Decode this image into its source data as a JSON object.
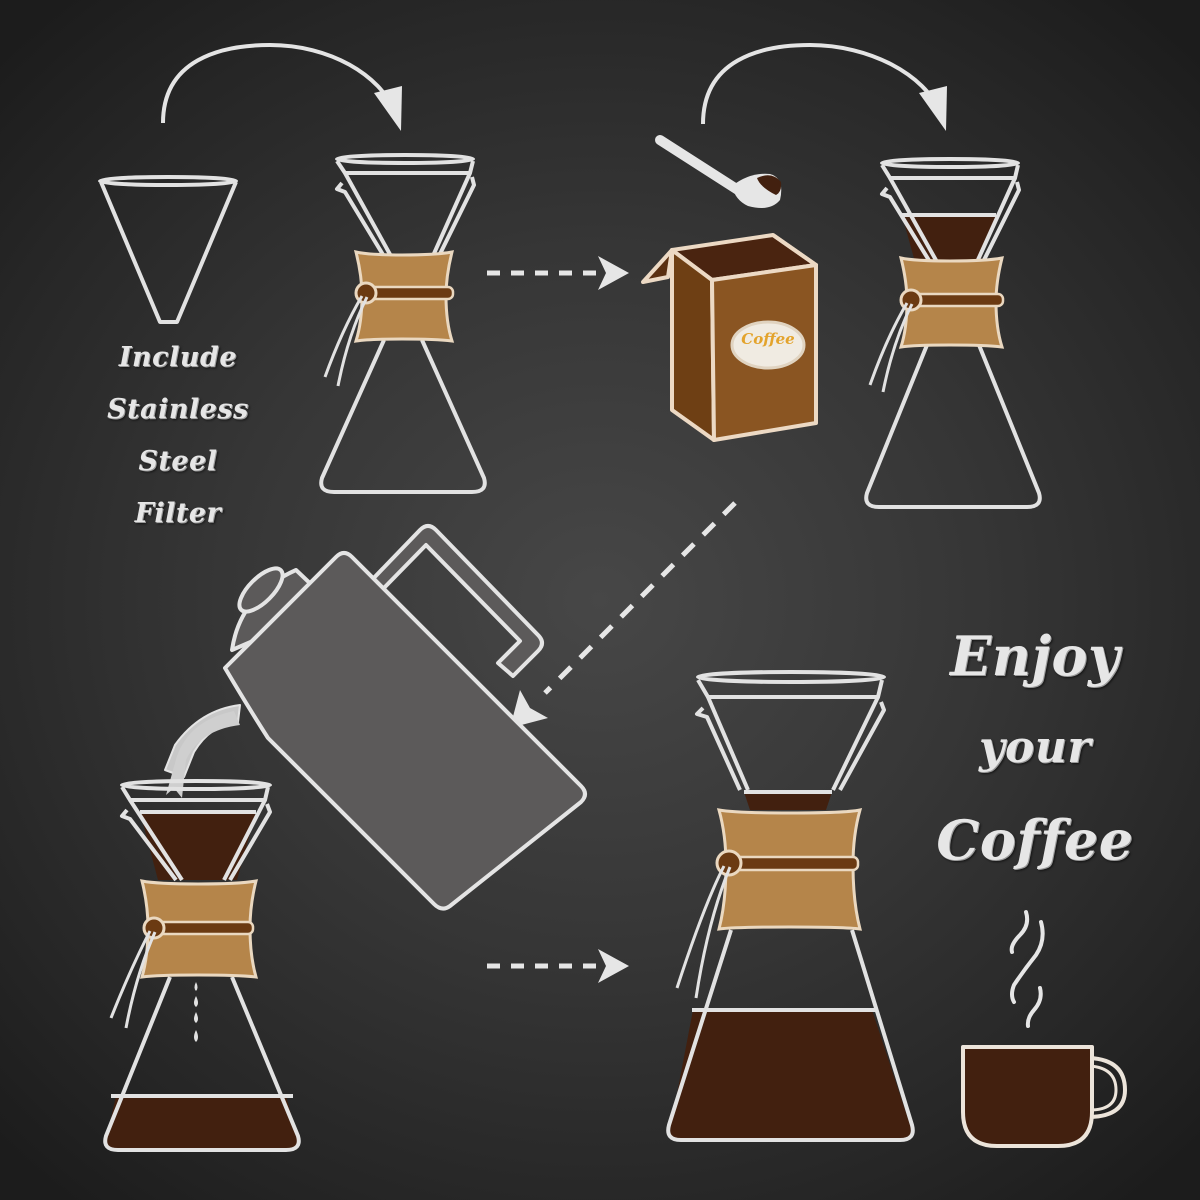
{
  "illustration": {
    "title": "Chemex pour-over coffee brewing steps",
    "captions": {
      "filter_text": [
        "Include",
        "Stainless",
        "Steel",
        "Filter"
      ],
      "enjoy_text": [
        "Enjoy",
        "your",
        "Coffee"
      ],
      "canister_label": "Coffee"
    },
    "steps": [
      {
        "id": "step-1",
        "label": "Stainless steel cone filter"
      },
      {
        "id": "step-2",
        "label": "Empty Chemex with filter"
      },
      {
        "id": "step-3",
        "label": "Scoop coffee grounds from canister"
      },
      {
        "id": "step-4",
        "label": "Chemex with grounds in filter"
      },
      {
        "id": "step-5",
        "label": "Pour hot water from kettle"
      },
      {
        "id": "step-6",
        "label": "Brewed coffee in Chemex"
      },
      {
        "id": "step-7",
        "label": "Cup of hot coffee"
      }
    ],
    "colors": {
      "background_center": "#474747",
      "background_edge": "#1c1c1c",
      "outline": "#e4e0dc",
      "wood_collar": "#b5854a",
      "leather_tie": "#6b3a12",
      "coffee_liquid": "#42200f",
      "canister_front": "#8a5522",
      "canister_side": "#6e3f14",
      "kettle_body": "#5c5a5a",
      "label_gold": "#e3a32c"
    }
  }
}
